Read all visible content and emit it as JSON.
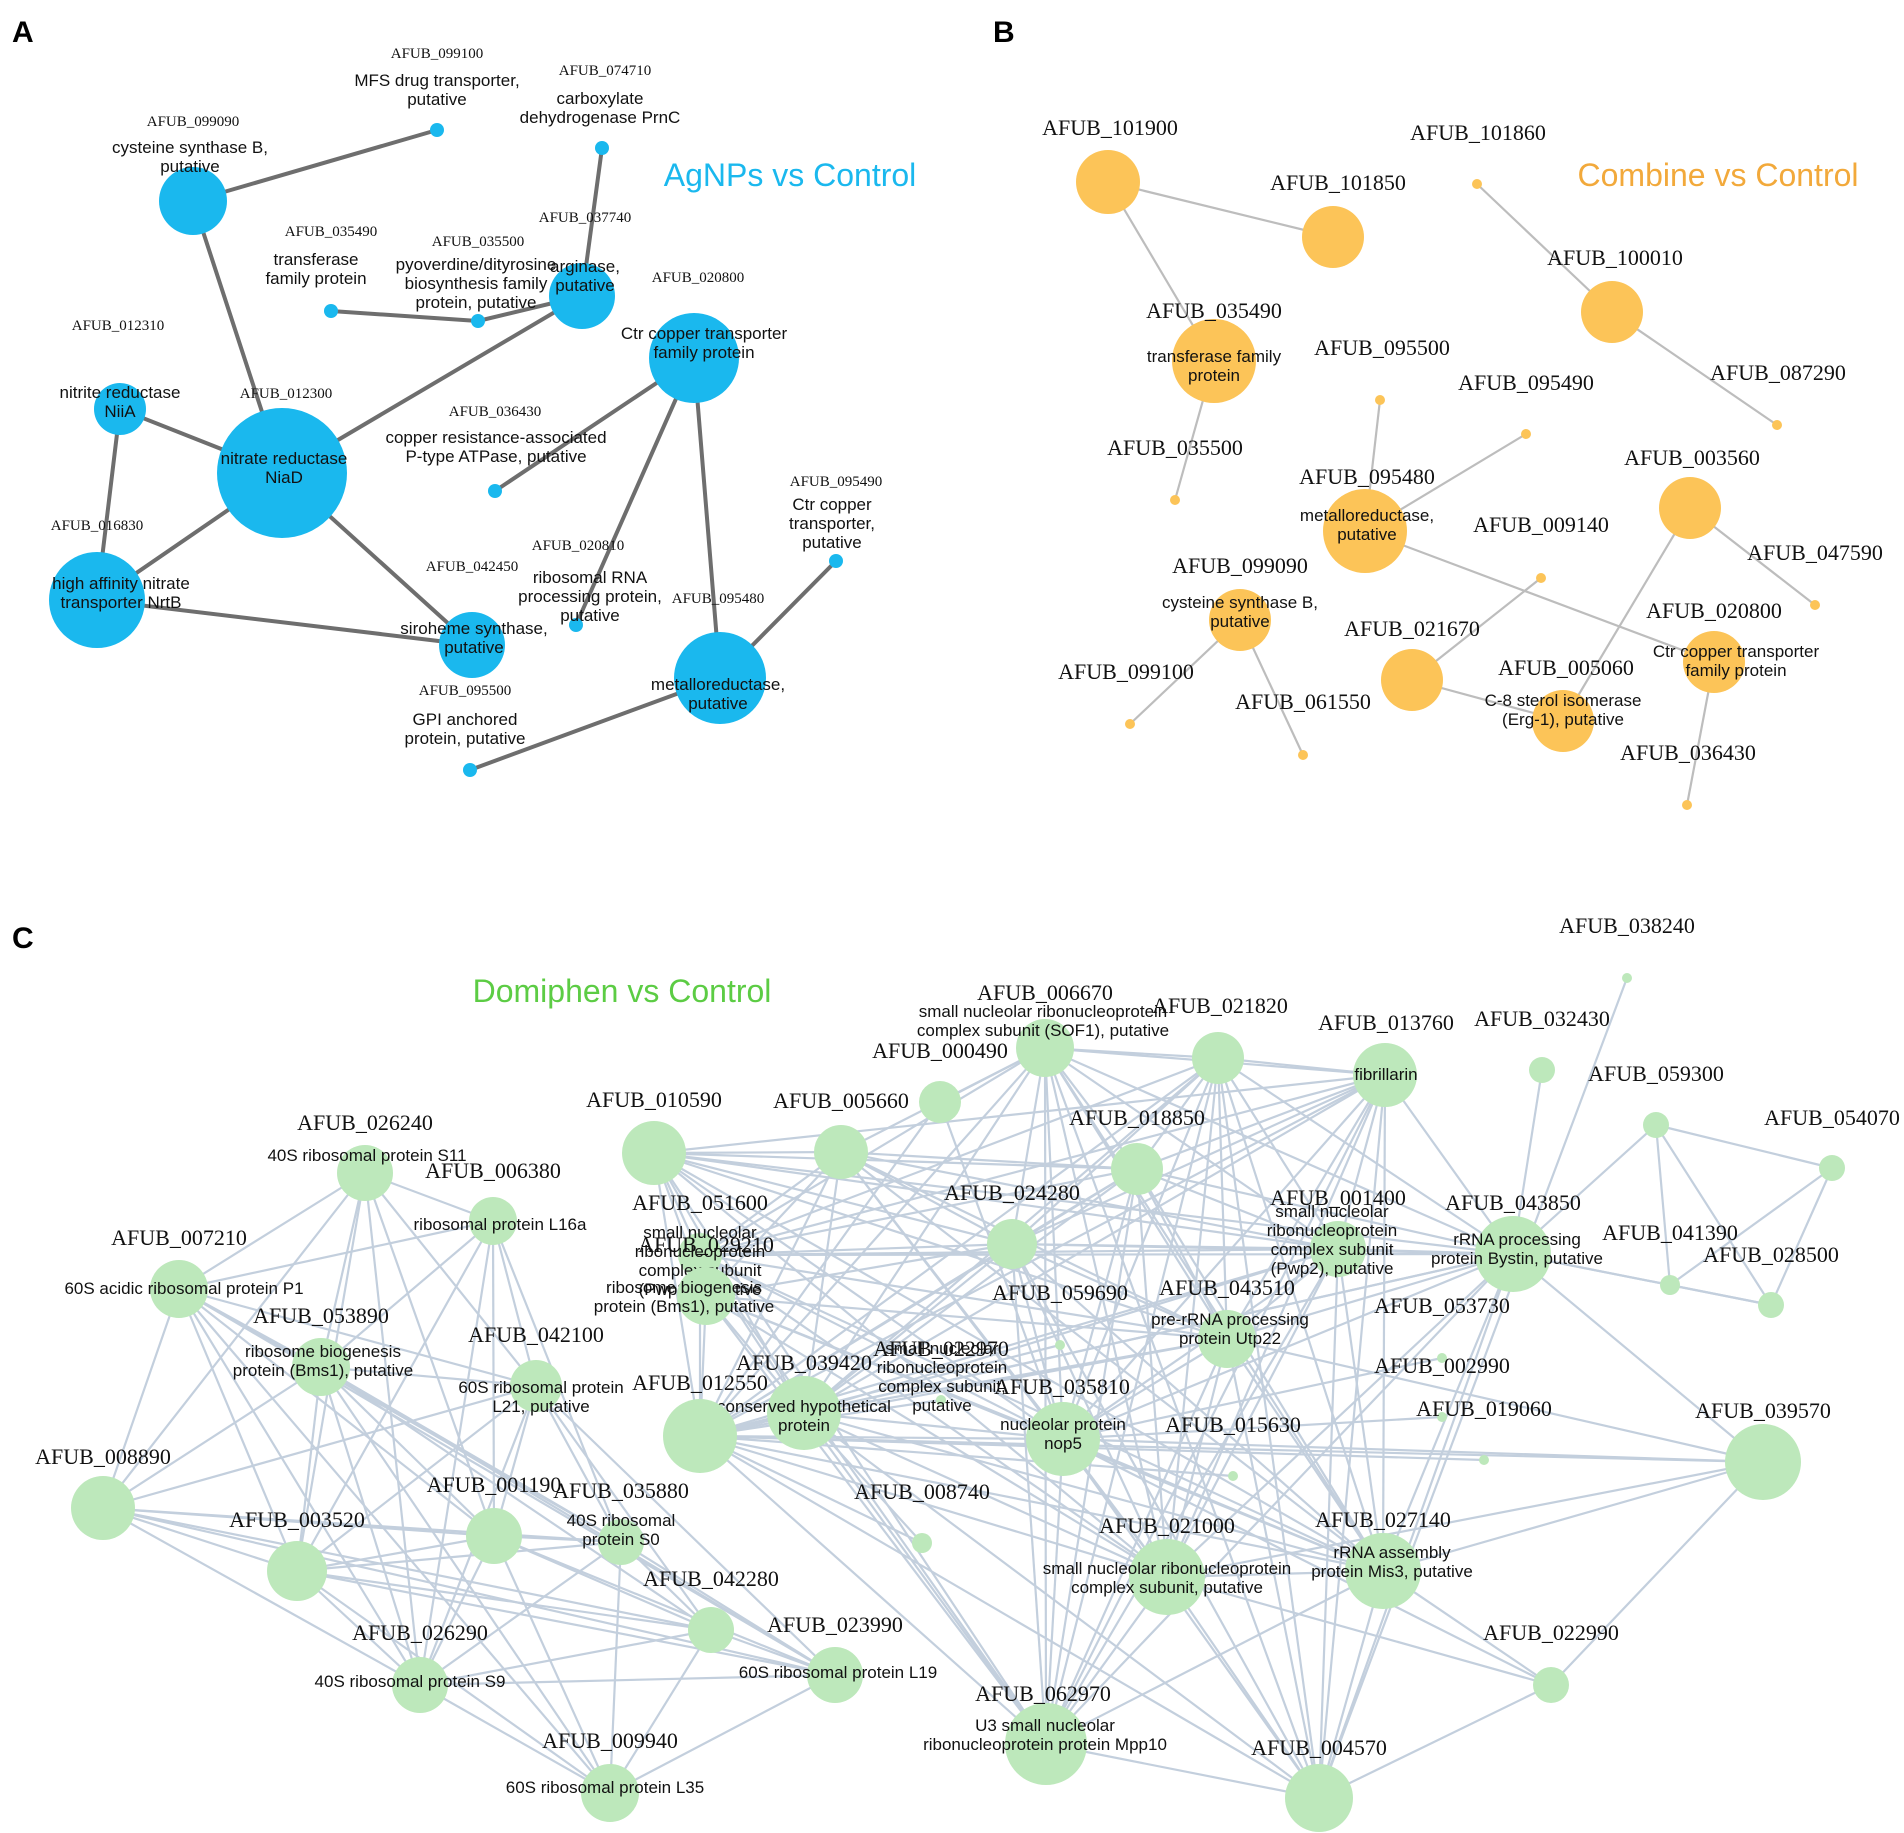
{
  "figure": {
    "panels": [
      {
        "letter": "A",
        "title": "AgNPs vs Control",
        "title_color": "#1ab8ee",
        "node_color": "#1ab8ee",
        "nodes": [
          {
            "id": "AFUB_099100",
            "desc": [
              "MFS drug transporter,",
              "putative"
            ]
          },
          {
            "id": "AFUB_074710",
            "desc": [
              "carboxylate",
              "dehydrogenase PrnC"
            ]
          },
          {
            "id": "AFUB_099090",
            "desc": [
              "cysteine synthase B,",
              "putative"
            ]
          },
          {
            "id": "AFUB_037740",
            "desc": [
              "arginase,",
              "putative"
            ]
          },
          {
            "id": "AFUB_035490",
            "desc": [
              "transferase",
              "family protein"
            ]
          },
          {
            "id": "AFUB_035500",
            "desc": [
              "pyoverdine/dityrosine",
              "biosynthesis family",
              "protein, putative"
            ]
          },
          {
            "id": "AFUB_020800",
            "desc": [
              "Ctr copper transporter",
              "family protein"
            ]
          },
          {
            "id": "AFUB_012310",
            "desc": [
              "nitrite reductase",
              "NiiA"
            ]
          },
          {
            "id": "AFUB_012300",
            "desc": [
              "nitrate reductase",
              "NiaD"
            ]
          },
          {
            "id": "AFUB_036430",
            "desc": [
              "copper resistance-associated",
              "P-type ATPase, putative"
            ]
          },
          {
            "id": "AFUB_095490",
            "desc": [
              "Ctr copper",
              "transporter,",
              "putative"
            ]
          },
          {
            "id": "AFUB_016830",
            "desc": [
              "high affinity nitrate",
              "transporter NrtB"
            ]
          },
          {
            "id": "AFUB_020810",
            "desc": [
              "ribosomal RNA",
              "processing protein,",
              "putative"
            ]
          },
          {
            "id": "AFUB_042450",
            "desc": [
              "siroheme synthase,",
              "putative"
            ]
          },
          {
            "id": "AFUB_095480",
            "desc": [
              "metalloreductase,",
              "putative"
            ]
          },
          {
            "id": "AFUB_095500",
            "desc": [
              "GPI anchored",
              "protein, putative"
            ]
          }
        ]
      },
      {
        "letter": "B",
        "title": "Combine vs Control",
        "title_color": "#f2a93b",
        "node_color": "#fcc458",
        "nodes": [
          {
            "id": "AFUB_101900",
            "desc": []
          },
          {
            "id": "AFUB_101860",
            "desc": []
          },
          {
            "id": "AFUB_101850",
            "desc": []
          },
          {
            "id": "AFUB_100010",
            "desc": []
          },
          {
            "id": "AFUB_035490",
            "desc": [
              "transferase family",
              "protein"
            ]
          },
          {
            "id": "AFUB_095500",
            "desc": []
          },
          {
            "id": "AFUB_087290",
            "desc": []
          },
          {
            "id": "AFUB_095490",
            "desc": []
          },
          {
            "id": "AFUB_035500",
            "desc": []
          },
          {
            "id": "AFUB_095480",
            "desc": [
              "metalloreductase,",
              "putative"
            ]
          },
          {
            "id": "AFUB_003560",
            "desc": []
          },
          {
            "id": "AFUB_009140",
            "desc": []
          },
          {
            "id": "AFUB_047590",
            "desc": []
          },
          {
            "id": "AFUB_099090",
            "desc": [
              "cysteine synthase B,",
              "putative"
            ]
          },
          {
            "id": "AFUB_020800",
            "desc": [
              "Ctr copper transporter",
              "family protein"
            ]
          },
          {
            "id": "AFUB_021670",
            "desc": []
          },
          {
            "id": "AFUB_005060",
            "desc": [
              "C-8 sterol isomerase",
              "(Erg-1), putative"
            ]
          },
          {
            "id": "AFUB_099100",
            "desc": []
          },
          {
            "id": "AFUB_061550",
            "desc": []
          },
          {
            "id": "AFUB_036430",
            "desc": []
          }
        ]
      },
      {
        "letter": "C",
        "title": "Domiphen vs Control",
        "title_color": "#5ccc44",
        "node_color": "#bde8bb",
        "nodes": [
          {
            "id": "AFUB_038240",
            "desc": []
          },
          {
            "id": "AFUB_006670",
            "desc": [
              "small nucleolar ribonucleoprotein",
              "complex subunit (SOF1), putative"
            ]
          },
          {
            "id": "AFUB_021820",
            "desc": []
          },
          {
            "id": "AFUB_013760",
            "desc": [
              "fibrillarin"
            ]
          },
          {
            "id": "AFUB_032430",
            "desc": []
          },
          {
            "id": "AFUB_000490",
            "desc": []
          },
          {
            "id": "AFUB_059300",
            "desc": []
          },
          {
            "id": "AFUB_010590",
            "desc": []
          },
          {
            "id": "AFUB_005660",
            "desc": []
          },
          {
            "id": "AFUB_018850",
            "desc": []
          },
          {
            "id": "AFUB_054070",
            "desc": []
          },
          {
            "id": "AFUB_026240",
            "desc": [
              "40S ribosomal protein S11"
            ]
          },
          {
            "id": "AFUB_006380",
            "desc": [
              "ribosomal protein L16a"
            ]
          },
          {
            "id": "AFUB_024280",
            "desc": []
          },
          {
            "id": "AFUB_001400",
            "desc": [
              "small nucleolar",
              "ribonucleoprotein",
              "complex subunit",
              "(Pwp2), putative"
            ]
          },
          {
            "id": "AFUB_043850",
            "desc": [
              "rRNA processing",
              "protein Bystin, putative"
            ]
          },
          {
            "id": "AFUB_051600",
            "desc": [
              "small nucleolar",
              "ribonucleoprotein",
              "complex subunit",
              "(Pwp2), putative"
            ]
          },
          {
            "id": "AFUB_041390",
            "desc": []
          },
          {
            "id": "AFUB_007210",
            "desc": [
              "60S acidic ribosomal protein P1"
            ]
          },
          {
            "id": "AFUB_029210",
            "desc": [
              "ribosome biogenesis",
              "protein (Bms1), putative"
            ]
          },
          {
            "id": "AFUB_028500",
            "desc": []
          },
          {
            "id": "AFUB_043510",
            "desc": [
              "pre-rRNA processing",
              "protein Utp22"
            ]
          },
          {
            "id": "AFUB_053890",
            "desc": [
              "ribosome biogenesis",
              "protein (Bms1), putative"
            ]
          },
          {
            "id": "AFUB_059690",
            "desc": []
          },
          {
            "id": "AFUB_053730",
            "desc": []
          },
          {
            "id": "AFUB_042100",
            "desc": [
              "60S ribosomal protein",
              "L21, putative"
            ]
          },
          {
            "id": "AFUB_022970",
            "desc": [
              "small nucleolar",
              "ribonucleoprotein",
              "complex subunit,",
              "putative"
            ]
          },
          {
            "id": "AFUB_039420",
            "desc": [
              "conserved hypothetical",
              "protein"
            ]
          },
          {
            "id": "AFUB_002990",
            "desc": []
          },
          {
            "id": "AFUB_012550",
            "desc": []
          },
          {
            "id": "AFUB_035810",
            "desc": [
              "nucleolar protein",
              "nop5"
            ]
          },
          {
            "id": "AFUB_019060",
            "desc": []
          },
          {
            "id": "AFUB_039570",
            "desc": []
          },
          {
            "id": "AFUB_015630",
            "desc": []
          },
          {
            "id": "AFUB_008890",
            "desc": []
          },
          {
            "id": "AFUB_001190",
            "desc": []
          },
          {
            "id": "AFUB_035880",
            "desc": [
              "40S ribosomal",
              "protein S0"
            ]
          },
          {
            "id": "AFUB_008740",
            "desc": []
          },
          {
            "id": "AFUB_003520",
            "desc": []
          },
          {
            "id": "AFUB_021000",
            "desc": [
              "small nucleolar ribonucleoprotein",
              "complex subunit, putative"
            ]
          },
          {
            "id": "AFUB_027140",
            "desc": [
              "rRNA assembly",
              "protein Mis3, putative"
            ]
          },
          {
            "id": "AFUB_042280",
            "desc": []
          },
          {
            "id": "AFUB_023990",
            "desc": [
              "60S ribosomal protein L19"
            ]
          },
          {
            "id": "AFUB_026290",
            "desc": [
              "40S ribosomal protein S9"
            ]
          },
          {
            "id": "AFUB_022990",
            "desc": []
          },
          {
            "id": "AFUB_062970",
            "desc": [
              "U3 small nucleolar",
              "ribonucleoprotein protein Mpp10"
            ]
          },
          {
            "id": "AFUB_009940",
            "desc": [
              "60S ribosomal protein L35"
            ]
          },
          {
            "id": "AFUB_004570",
            "desc": []
          }
        ]
      }
    ]
  }
}
